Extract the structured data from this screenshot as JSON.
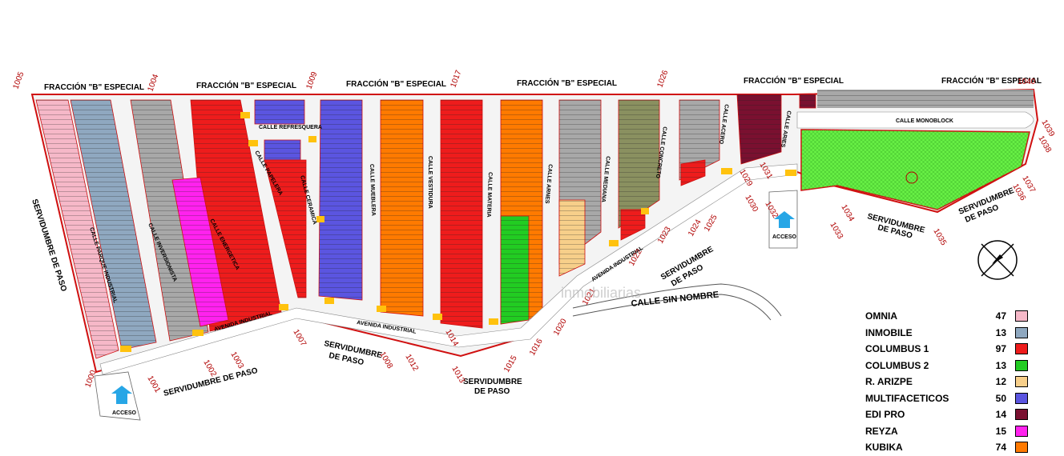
{
  "fraccion_labels": [
    "FRACCIÓN \"B\" ESPECIAL",
    "FRACCIÓN \"B\" ESPECIAL",
    "FRACCIÓN \"B\" ESPECIAL",
    "FRACCIÓN \"B\" ESPECIAL",
    "FRACCIÓN \"B\" ESPECIAL",
    "FRACCIÓN \"B\" ESPECIAL"
  ],
  "servidumbre_left": "SERVIDUMBRE DE PASO",
  "servidumbre_bottom": [
    "SERVIDUMBRE DE PASO",
    "SERVIDUMBRE",
    "DE PASO",
    "SERVIDUMBRE",
    "DE PASO",
    "SERVIDUMBRE",
    "DE PASO",
    "SERVIDUMBRE",
    "DE PASO",
    "SERVIDUMBRE",
    "DE PASO"
  ],
  "streets": {
    "parque": "CALLE PARQUE INDUSTRIAL",
    "inversionista": "CALLE INVERSIONISTA",
    "energetica": "CALLE ENERGETICA",
    "papelera": "CALLE PAPELERA",
    "ceramica": "CALLE CERAMICA",
    "refresquera": "CALLE REFRESQUERA",
    "mueblera": "CALLE MUEBLERA",
    "vestidura": "CALLE VESTIDURA",
    "materia": "CALLE MATERIA",
    "arnes": "CALLE ARNES",
    "mediana": "CALLE MEDIANA",
    "concreto": "CALLE CONCRETO",
    "acero": "CALLE ACERO",
    "aries": "CALLE ARIES",
    "monoblock": "CALLE MONOBLOCK",
    "sin_nombre": "CALLE SIN NOMBRE",
    "avenida": "AVENIDA INDUSTRIAL"
  },
  "acceso": [
    "ACCESO",
    "ACCESO"
  ],
  "nodes": [
    "1005",
    "1004",
    "1009",
    "1017",
    "1026",
    "1040",
    "1039",
    "1038",
    "1037",
    "1036",
    "1035",
    "1034",
    "1033",
    "1032",
    "1031",
    "1030",
    "1029",
    "1025",
    "1024",
    "1023",
    "1022",
    "1021",
    "1020",
    "1016",
    "1015",
    "1014",
    "1013",
    "1012",
    "1008",
    "1007",
    "1003",
    "1002",
    "1001",
    "1000"
  ],
  "colors": {
    "OMNIA": "#f6b8c8",
    "INMOBILE": "#8fa8c0",
    "COLUMBUS 1": "#ee1c1c",
    "COLUMBUS 2": "#22cc22",
    "R. ARIZPE": "#f7cf8a",
    "MULTIFACETICOS": "#5b55e0",
    "EDI PRO": "#7a1030",
    "REYZA": "#ff22ee",
    "KUBIKA": "#ff7a00",
    "gray": "#a8a8a8",
    "olive": "#8a9060",
    "green_area": "#66ee44",
    "road_yellow": "#ffc20e",
    "boundary": "#d01010"
  },
  "legend": [
    {
      "name": "OMNIA",
      "count": "47",
      "color": "#f6b8c8"
    },
    {
      "name": "INMOBILE",
      "count": "13",
      "color": "#8fa8c0"
    },
    {
      "name": "COLUMBUS 1",
      "count": "97",
      "color": "#ee1c1c"
    },
    {
      "name": "COLUMBUS 2",
      "count": "13",
      "color": "#22cc22"
    },
    {
      "name": "R.   ARIZPE",
      "count": "12",
      "color": "#f7cf8a"
    },
    {
      "name": "MULTIFACETICOS",
      "count": "50",
      "color": "#5b55e0"
    },
    {
      "name": "EDI PRO",
      "count": "14",
      "color": "#7a1030"
    },
    {
      "name": "REYZA",
      "count": "15",
      "color": "#ff22ee"
    },
    {
      "name": "KUBIKA",
      "count": "74",
      "color": "#ff7a00"
    }
  ],
  "watermark": "inmobiliarias"
}
